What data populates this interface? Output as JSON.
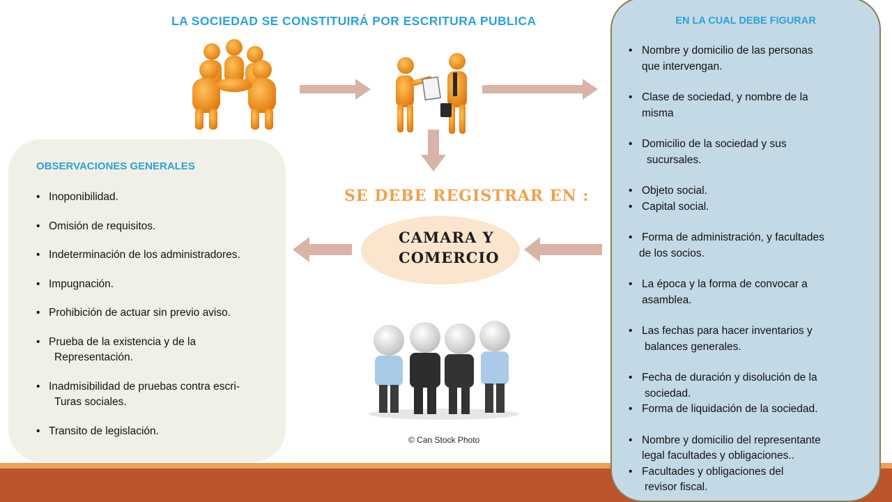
{
  "title": "LA SOCIEDAD SE CONSTITUIRÁ POR ESCRITURA PUBLICA",
  "right_panel": {
    "heading": "EN LA CUAL DEBE FIGURAR",
    "items": [
      {
        "l1": "Nombre y domicilio de las personas",
        "l2": "que intervengan."
      },
      {
        "l1": "Clase de sociedad, y nombre de la",
        "l2": "misma"
      },
      {
        "l1": "Domicilio de la sociedad y sus",
        "l2": "sucursales."
      },
      {
        "l1": "Objeto social."
      },
      {
        "l1": "Capital social."
      },
      {
        "l1": "Forma de administración, y facultades",
        "l2": "de los socios."
      },
      {
        "l1": "La época y la forma de convocar a",
        "l2": "asamblea."
      },
      {
        "l1": "Las fechas para hacer inventarios y",
        "l2": "balances generales."
      },
      {
        "l1": "Fecha de duración y disolución de la",
        "l2": "sociedad."
      },
      {
        "l1": "Forma de liquidación de la sociedad."
      },
      {
        "l1": "Nombre y domicilio del representante",
        "l2": "legal facultades y obligaciones.."
      },
      {
        "l1": "Facultades y obligaciones del",
        "l2": "revisor fiscal."
      }
    ]
  },
  "left_panel": {
    "heading": "OBSERVACIONES GENERALES",
    "items": [
      {
        "l1": "Inoponibilidad."
      },
      {
        "l1": "Omisión de requisitos."
      },
      {
        "l1": "Indeterminación de los administradores."
      },
      {
        "l1": "Impugnación."
      },
      {
        "l1": "Prohibición de actuar sin previo aviso."
      },
      {
        "l1": "Prueba de la existencia y de la",
        "l2": "Representación."
      },
      {
        "l1": "Inadmisibilidad de pruebas contra escri-",
        "l2": "Turas sociales."
      },
      {
        "l1": "Transito de legislación."
      }
    ]
  },
  "register_label": "SE DEBE REGISTRAR EN :",
  "chamber": {
    "line1": "CAMARA Y",
    "line2": "COMERCIO"
  },
  "copyright": "© Can Stock Photo",
  "colors": {
    "accent": "#2aa3d6",
    "orange": "#f1a04a",
    "arrow": "#d9b3a6",
    "band": "#bb532b"
  }
}
